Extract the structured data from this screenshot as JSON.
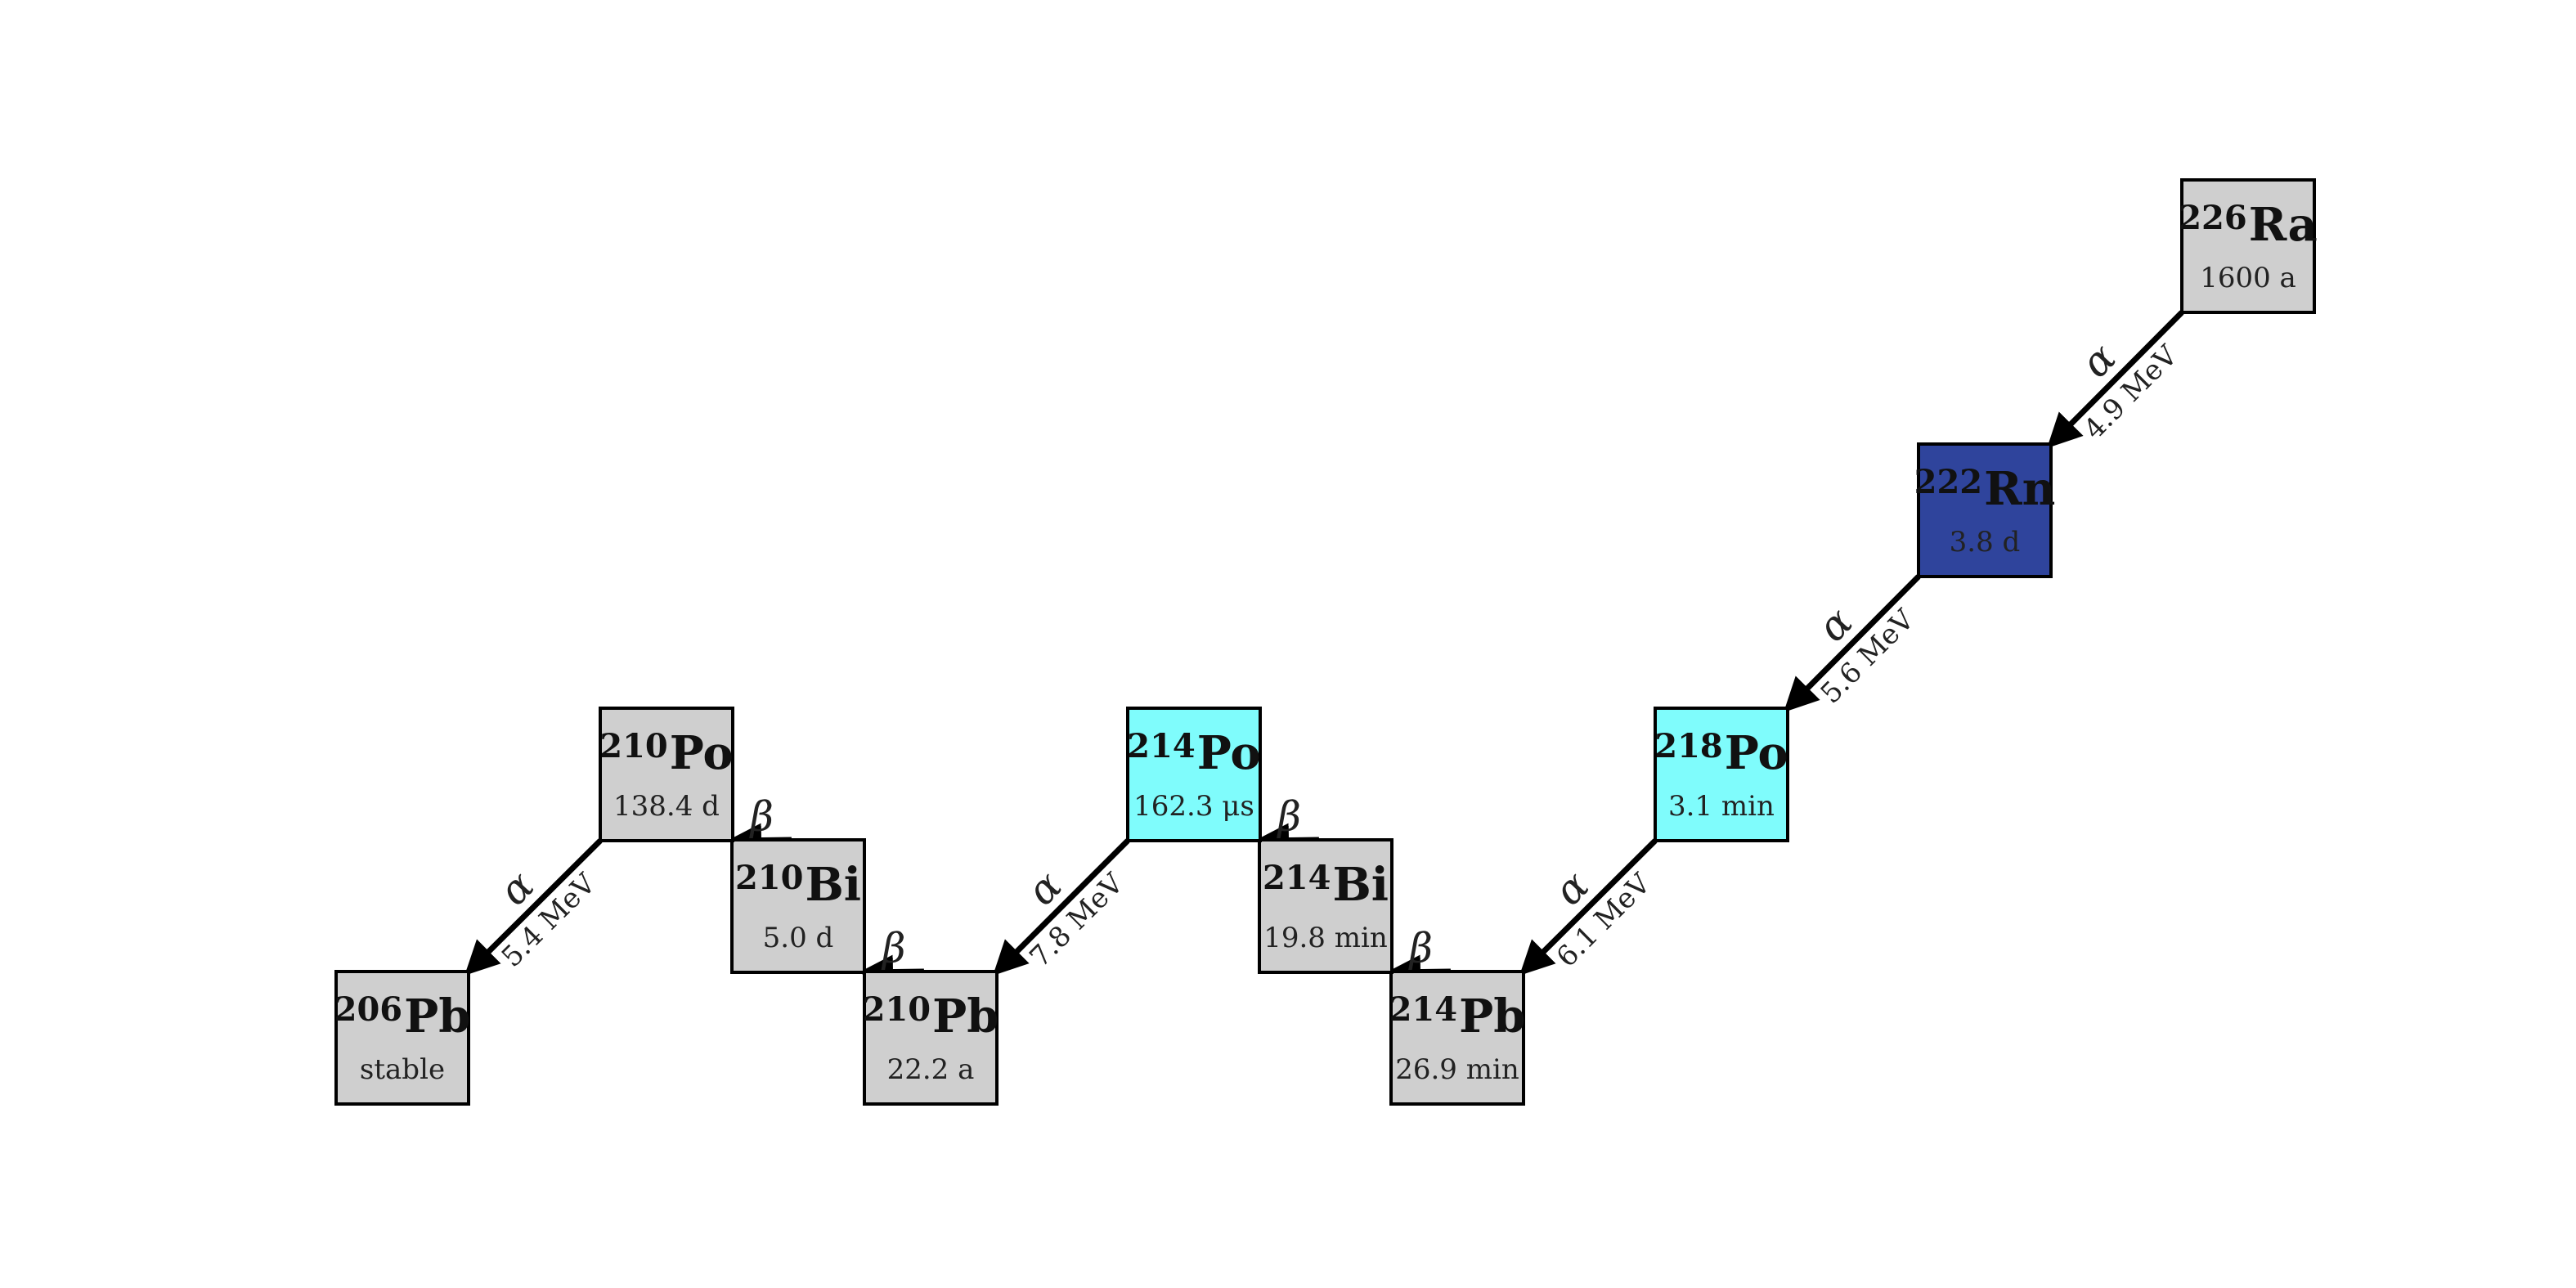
{
  "colors": {
    "stable_or_long": "#cfcfcf",
    "radon": "#2f449c",
    "short_lived_polonium": "#7ffcfc",
    "outline": "#000000"
  },
  "nuclides": [
    {
      "id": "ra226",
      "mass": "226",
      "symbol": "Ra",
      "half_life": "1600 a",
      "color": "#cfcfcf"
    },
    {
      "id": "rn222",
      "mass": "222",
      "symbol": "Rn",
      "half_life": "3.8 d",
      "color": "#2f449c"
    },
    {
      "id": "po218",
      "mass": "218",
      "symbol": "Po",
      "half_life": "3.1 min",
      "color": "#7ffcfc"
    },
    {
      "id": "pb214",
      "mass": "214",
      "symbol": "Pb",
      "half_life": "26.9 min",
      "color": "#cfcfcf"
    },
    {
      "id": "bi214",
      "mass": "214",
      "symbol": "Bi",
      "half_life": "19.8 min",
      "color": "#cfcfcf"
    },
    {
      "id": "po214",
      "mass": "214",
      "symbol": "Po",
      "half_life": "162.3 μs",
      "color": "#7ffcfc"
    },
    {
      "id": "pb210",
      "mass": "210",
      "symbol": "Pb",
      "half_life": "22.2 a",
      "color": "#cfcfcf"
    },
    {
      "id": "bi210",
      "mass": "210",
      "symbol": "Bi",
      "half_life": "5.0 d",
      "color": "#cfcfcf"
    },
    {
      "id": "po210",
      "mass": "210",
      "symbol": "Po",
      "half_life": "138.4 d",
      "color": "#cfcfcf"
    },
    {
      "id": "pb206",
      "mass": "206",
      "symbol": "Pb",
      "half_life": "stable",
      "color": "#cfcfcf"
    }
  ],
  "decays": [
    {
      "from": "ra226",
      "to": "rn222",
      "type": "α",
      "energy": "4.9 MeV"
    },
    {
      "from": "rn222",
      "to": "po218",
      "type": "α",
      "energy": "5.6 MeV"
    },
    {
      "from": "po218",
      "to": "pb214",
      "type": "α",
      "energy": "6.1 MeV"
    },
    {
      "from": "pb214",
      "to": "bi214",
      "type": "β",
      "energy": ""
    },
    {
      "from": "bi214",
      "to": "po214",
      "type": "β",
      "energy": ""
    },
    {
      "from": "po214",
      "to": "pb210",
      "type": "α",
      "energy": "7.8 MeV"
    },
    {
      "from": "pb210",
      "to": "bi210",
      "type": "β",
      "energy": ""
    },
    {
      "from": "bi210",
      "to": "po210",
      "type": "β",
      "energy": ""
    },
    {
      "from": "po210",
      "to": "pb206",
      "type": "α",
      "energy": "5.4 MeV"
    }
  ]
}
